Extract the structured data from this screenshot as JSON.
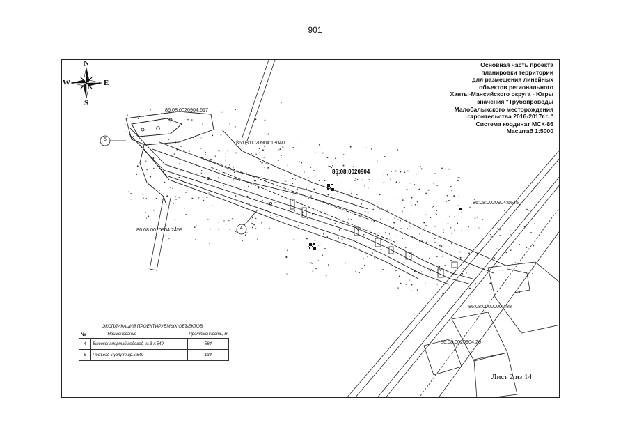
{
  "page": {
    "number": "901"
  },
  "title_block": {
    "lines": [
      "Основная часть проекта",
      "планировки территории",
      "для размещения линейных",
      "объектов регионального",
      "Ханты-Мансийского округа - Югры",
      "значения \"Трубопроводы",
      "Малобалыкского месторождения",
      "строительства 2016-2017г.г. \"",
      "Система коодинат МСК-86",
      "Масштаб 1:5000"
    ]
  },
  "compass": {
    "north": "N",
    "south": "S",
    "east": "E",
    "west": "W"
  },
  "parcels": {
    "p617": "86:08:0020904:617",
    "p13040": "86:08:0020904:13040",
    "p_main": "86:08:0020904",
    "p6645": "86:08:0020904:6645",
    "p2459": "86:08:0020904:2459",
    "p488": "86:08:0000000:488",
    "p20": "86:08:0020904:20"
  },
  "callouts": {
    "c5": "5",
    "c4": "4"
  },
  "legend": {
    "title": "ЭКСПЛИКАЦИЯ ПРОЕКТИРУЕМЫХ ОБЪЕКТОВ",
    "headers": {
      "num": "№",
      "name": "Наименование",
      "length": "Протяженность, м"
    },
    "rows": [
      {
        "num": "4",
        "name": "Высоконапорный водовод уз.3-к.549",
        "length": "584"
      },
      {
        "num": "5",
        "name": "Подъезд к узлу т.вр.к.549",
        "length": "134"
      }
    ]
  },
  "sheet": {
    "label": "Лист 2 из 14"
  },
  "colors": {
    "ink": "#1a1a1a",
    "background": "#ffffff"
  }
}
